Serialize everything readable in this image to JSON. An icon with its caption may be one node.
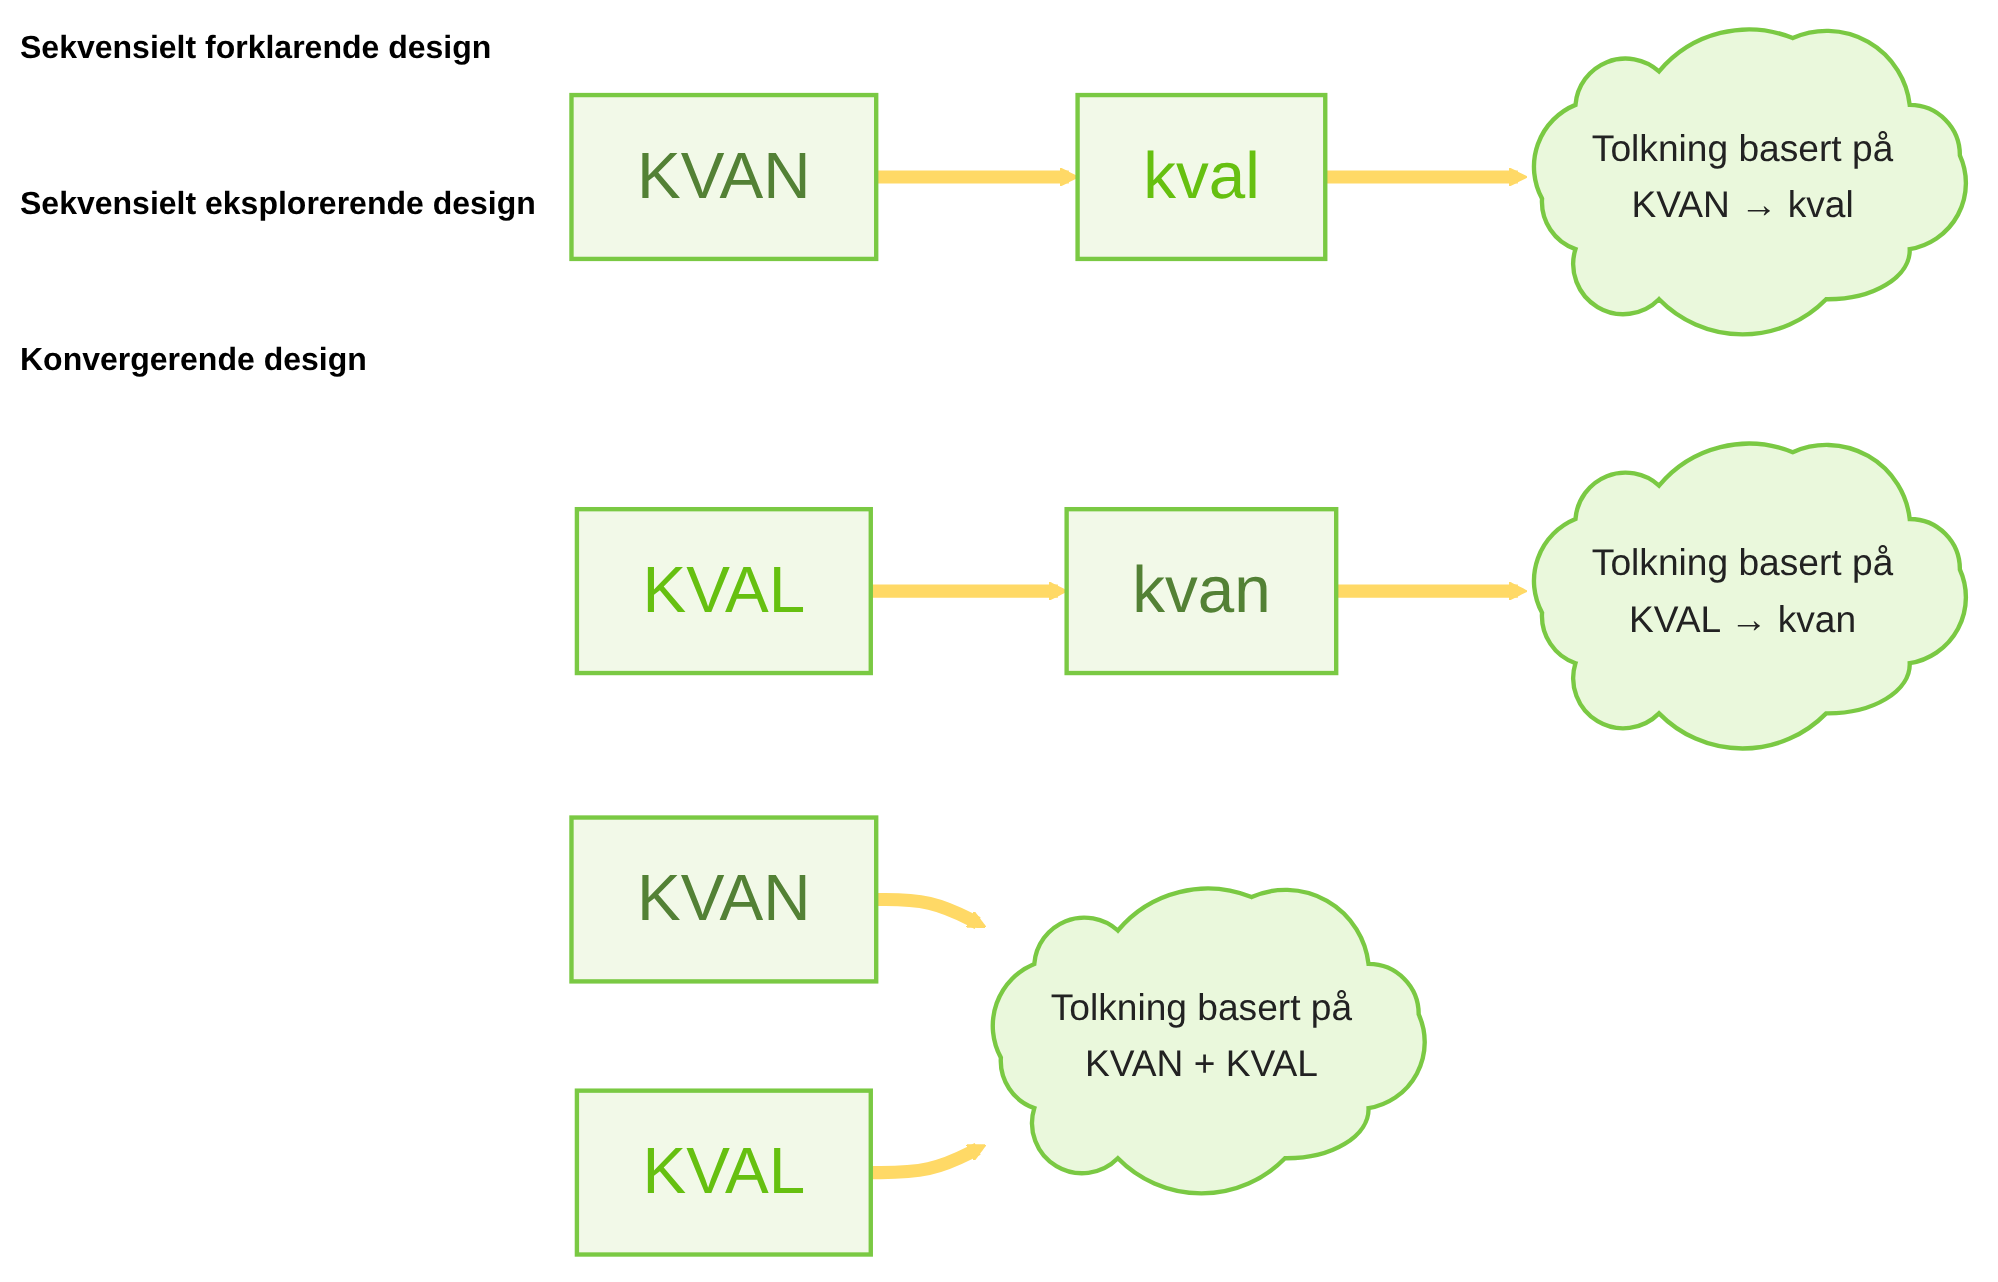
{
  "diagram": {
    "nodes": [
      {
        "text": [
          "KVAN"
        ]
      },
      {
        "text": [
          "kval"
        ]
      },
      {
        "text": [
          "Tolkning basert på",
          "KVAN → kval"
        ]
      },
      {
        "text": [
          "KVAL"
        ]
      },
      {
        "text": [
          "kvan"
        ]
      },
      {
        "text": [
          "Tolkning basert på",
          "KVAL → kvan"
        ]
      },
      {
        "text": [
          "KVAN"
        ]
      },
      {
        "text": [
          "KVAL"
        ]
      },
      {
        "text": [
          "Tolkning basert på",
          "KVAN + KVAL"
        ]
      }
    ],
    "edges": [
      {
        "from": 0,
        "to": 1,
        "arrow": "to"
      },
      {
        "from": 1,
        "to": 2,
        "arrow": "to"
      },
      {
        "from": 3,
        "to": 4,
        "arrow": "to"
      },
      {
        "from": 4,
        "to": 5,
        "arrow": "to"
      },
      {
        "from": 6,
        "to": 8,
        "arrow": "to"
      },
      {
        "from": 7,
        "to": 8,
        "arrow": "to"
      }
    ],
    "labels": [
      "Sekvensielt forklarende design",
      "Sekvensielt eksplorerende design",
      "Konvergerende design"
    ]
  }
}
